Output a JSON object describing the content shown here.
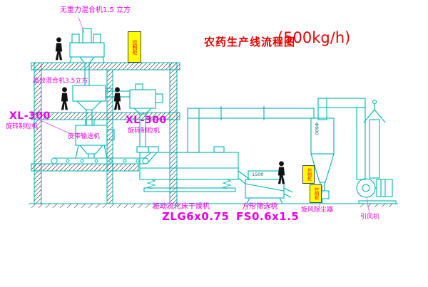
{
  "title": {
    "main": "农药生产线流程图",
    "capacity": "(500kg/h)"
  },
  "labels": {
    "gravity_mixer": "无重力混合机1.5 立方",
    "high_mixer": "高效混合机3.5立方",
    "xl_left_model": "XL-300",
    "xl_left_name": "旋转制粒机",
    "xl_right_model": "XL-300",
    "xl_right_name": "旋转制粒机",
    "belt_conveyor": "皮带输送机",
    "dryer_name": "振动流化床干燥机",
    "dryer_model": "ZLG6x0.75",
    "sieve_name": "方形筛选机",
    "sieve_model": "FS0.6x1.5",
    "cyclone_name": "旋风除尘器",
    "fan_name": "引风机",
    "control_cabinet": "控制柜",
    "cyclone_dim": "Φ600",
    "sieve_dim": "1500"
  },
  "colors": {
    "line": "#00b4b4",
    "label": "#e800e8",
    "title": "#e60000",
    "highlight": "#ffff00"
  }
}
